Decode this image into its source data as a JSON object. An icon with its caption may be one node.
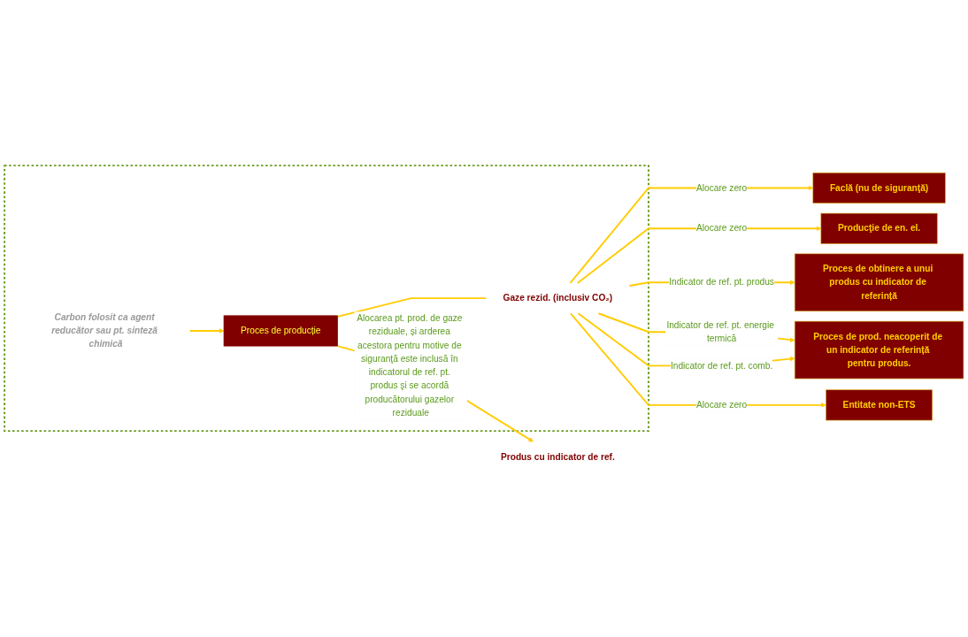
{
  "diagram": {
    "nodes": [
      {
        "text": [],
        "shape": "box"
      },
      {
        "text": [
          "Carbon folosit ca agent reducător sau pt. sinteză chimică"
        ],
        "in": 0
      },
      {
        "text": [
          "Proces de producție"
        ],
        "in": 0
      },
      {
        "text": [
          "Gaze rezid. (inclusiv CO₂)"
        ],
        "in": 0
      },
      {
        "text": [
          "Produs cu indicator de ref."
        ]
      },
      {
        "text": [
          "Faclă (nu de siguranţă)"
        ]
      },
      {
        "text": [
          "Producţie de en. el."
        ]
      },
      {
        "text": [
          "Proces de obtinere a unui produs cu indicator de referință"
        ]
      },
      {
        "text": [
          "Proces de prod. neacoperit de un indicator de referință pentru produs."
        ]
      },
      {
        "text": [
          "Entitate non-ETS"
        ]
      }
    ],
    "edges": [
      {
        "from": 1,
        "to": 2,
        "arrow": "to"
      },
      {
        "from": 2,
        "to": 3,
        "arrow": "none"
      },
      {
        "from": 3,
        "to": 5,
        "arrow": "to",
        "label": "Alocare zero"
      },
      {
        "from": 3,
        "to": 6,
        "arrow": "to",
        "label": "Alocare zero"
      },
      {
        "from": 3,
        "to": 7,
        "arrow": "to",
        "label": "Indicator de ref. pt. produs"
      },
      {
        "from": 3,
        "to": 8,
        "arrow": "to",
        "label": "Indicator de ref. pt. energie termică"
      },
      {
        "from": 3,
        "to": 8,
        "arrow": "to",
        "label": "Indicator de ref. pt. comb."
      },
      {
        "from": 3,
        "to": 9,
        "arrow": "to",
        "label": "Alocare zero"
      },
      {
        "from": 2,
        "to": 4,
        "arrow": "to",
        "label": "Alocarea pt. prod. de gaze reziduale, și arderea acestora pentru motive de siguranţă este inclusă în indicatorul de ref. pt. produs şi se acordă producătorului gazelor reziduale"
      }
    ]
  }
}
